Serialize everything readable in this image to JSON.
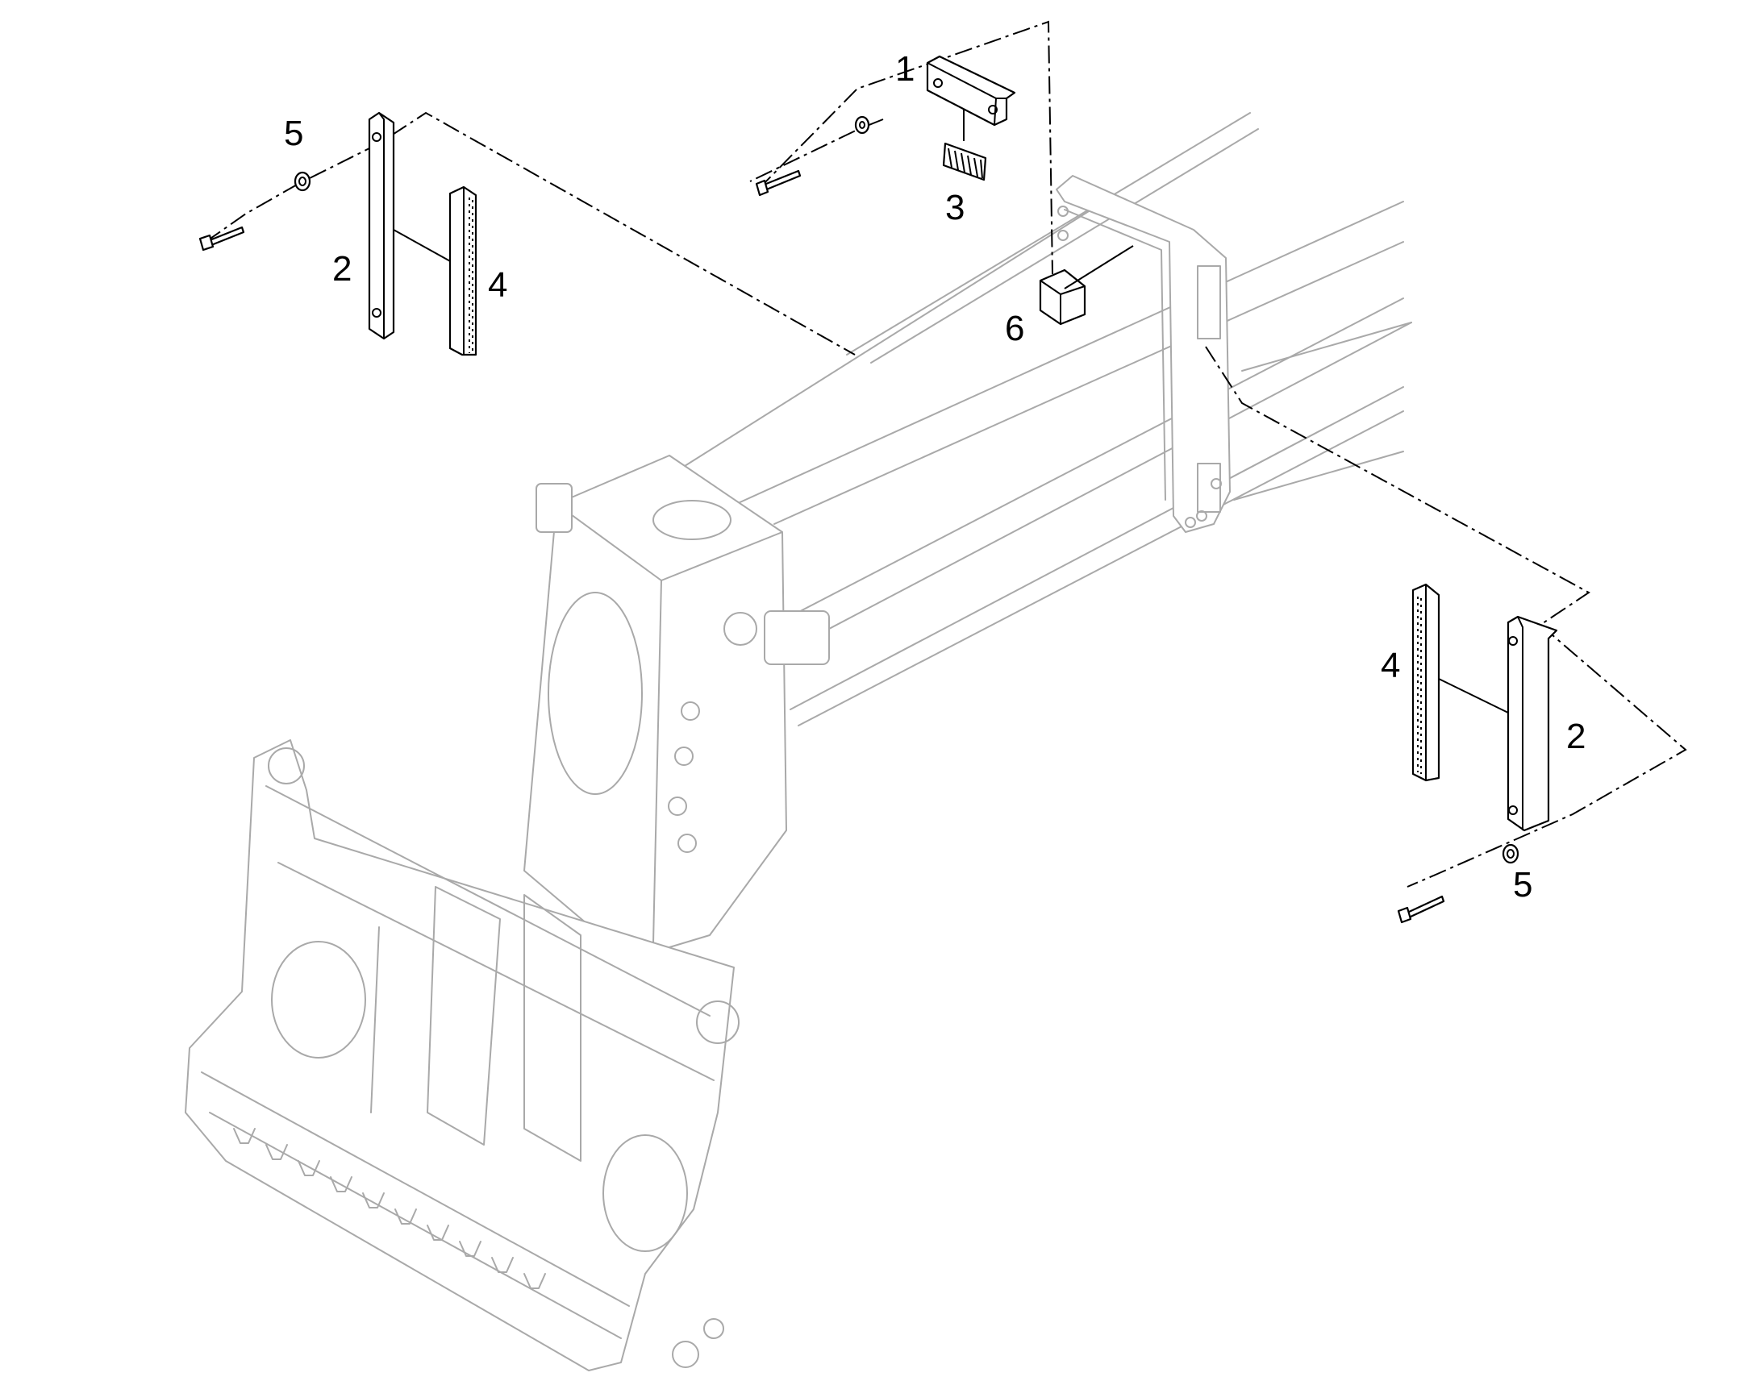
{
  "callouts": {
    "c1": "1",
    "c2_left": "2",
    "c2_right": "2",
    "c3": "3",
    "c4_left": "4",
    "c4_right": "4",
    "c5_left": "5",
    "c5_right": "5",
    "c6": "6"
  },
  "colors": {
    "part_outline": "#000000",
    "assembly_outline": "#a9a9a9",
    "background": "#ffffff"
  }
}
